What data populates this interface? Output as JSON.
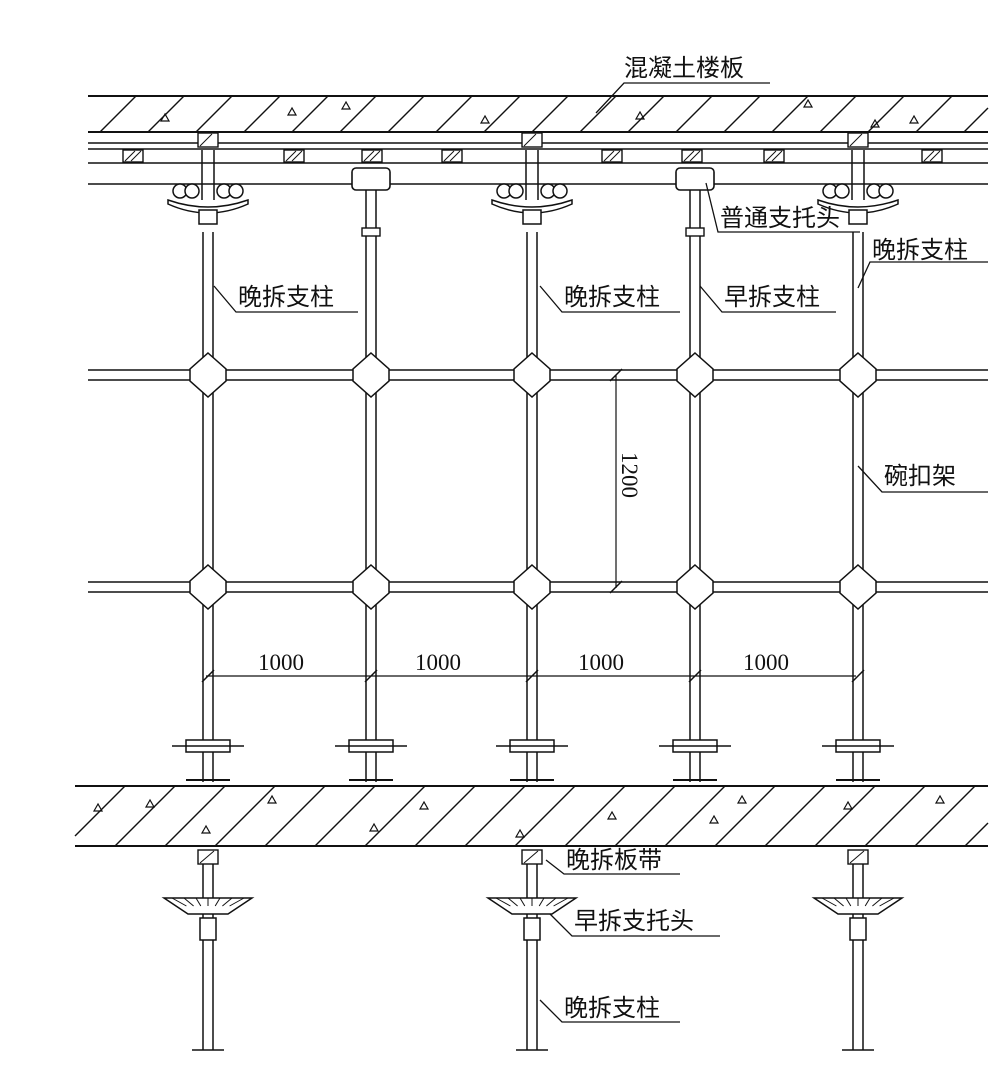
{
  "labels": {
    "slab": "混凝土楼板",
    "normal_head": "普通支托头",
    "late_post": "晚拆支柱",
    "early_post": "早拆支柱",
    "bowl_frame": "碗扣架",
    "late_strip": "晚拆板带",
    "early_head": "早拆支托头"
  },
  "dimensions": {
    "vertical_spacing": "1200",
    "bay_1": "1000",
    "bay_2": "1000",
    "bay_3": "1000",
    "bay_4": "1000"
  },
  "posts": [
    {
      "type": "late"
    },
    {
      "type": "early"
    },
    {
      "type": "late"
    },
    {
      "type": "early"
    },
    {
      "type": "late"
    }
  ]
}
